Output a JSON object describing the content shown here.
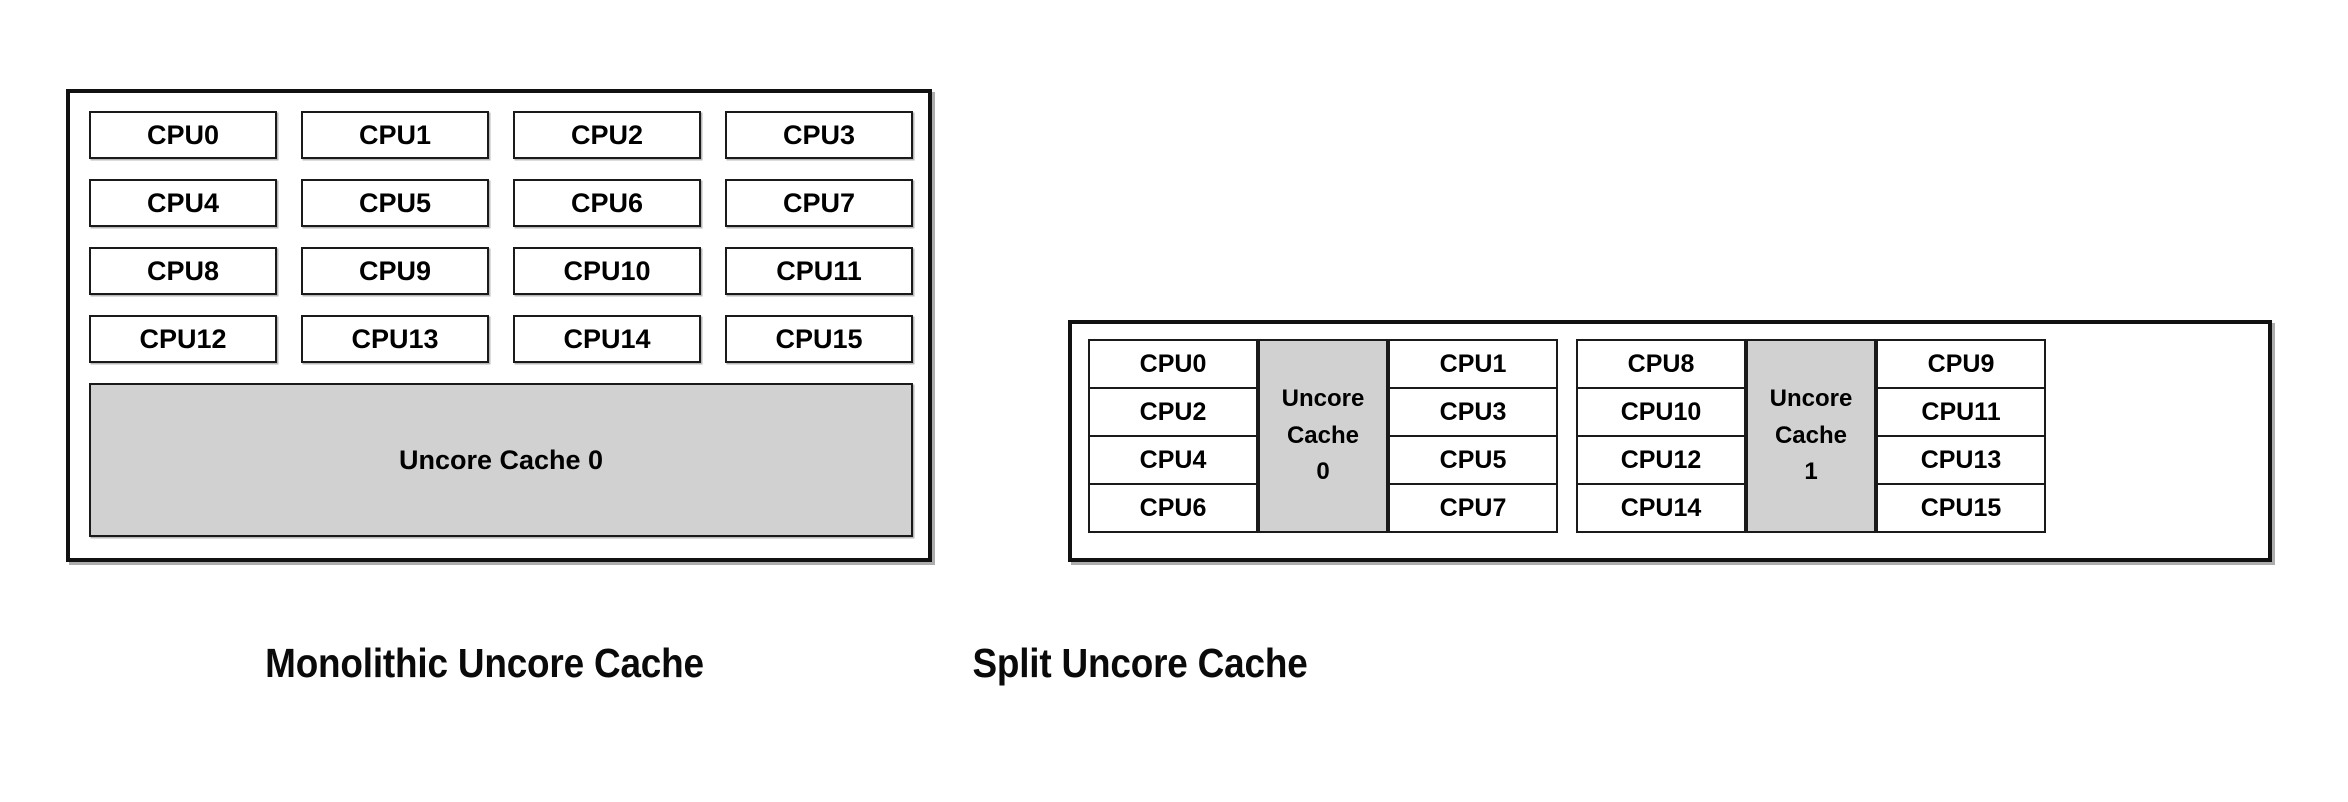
{
  "figure": {
    "background_color": "#ffffff",
    "cache_fill_color": "#d1d1d1",
    "border_color": "#111111"
  },
  "monolithic": {
    "caption": "Monolithic Uncore Cache",
    "cpus": [
      "CPU0",
      "CPU1",
      "CPU2",
      "CPU3",
      "CPU4",
      "CPU5",
      "CPU6",
      "CPU7",
      "CPU8",
      "CPU9",
      "CPU10",
      "CPU11",
      "CPU12",
      "CPU13",
      "CPU14",
      "CPU15"
    ],
    "cache_label": "Uncore Cache 0"
  },
  "split": {
    "caption": "Split Uncore Cache",
    "clusters": [
      {
        "left_cpus": [
          "CPU0",
          "CPU2",
          "CPU4",
          "CPU6"
        ],
        "cache_lines": [
          "Uncore",
          "Cache",
          "0"
        ],
        "right_cpus": [
          "CPU1",
          "CPU3",
          "CPU5",
          "CPU7"
        ]
      },
      {
        "left_cpus": [
          "CPU8",
          "CPU10",
          "CPU12",
          "CPU14"
        ],
        "cache_lines": [
          "Uncore",
          "Cache",
          "1"
        ],
        "right_cpus": [
          "CPU9",
          "CPU11",
          "CPU13",
          "CPU15"
        ]
      }
    ]
  }
}
